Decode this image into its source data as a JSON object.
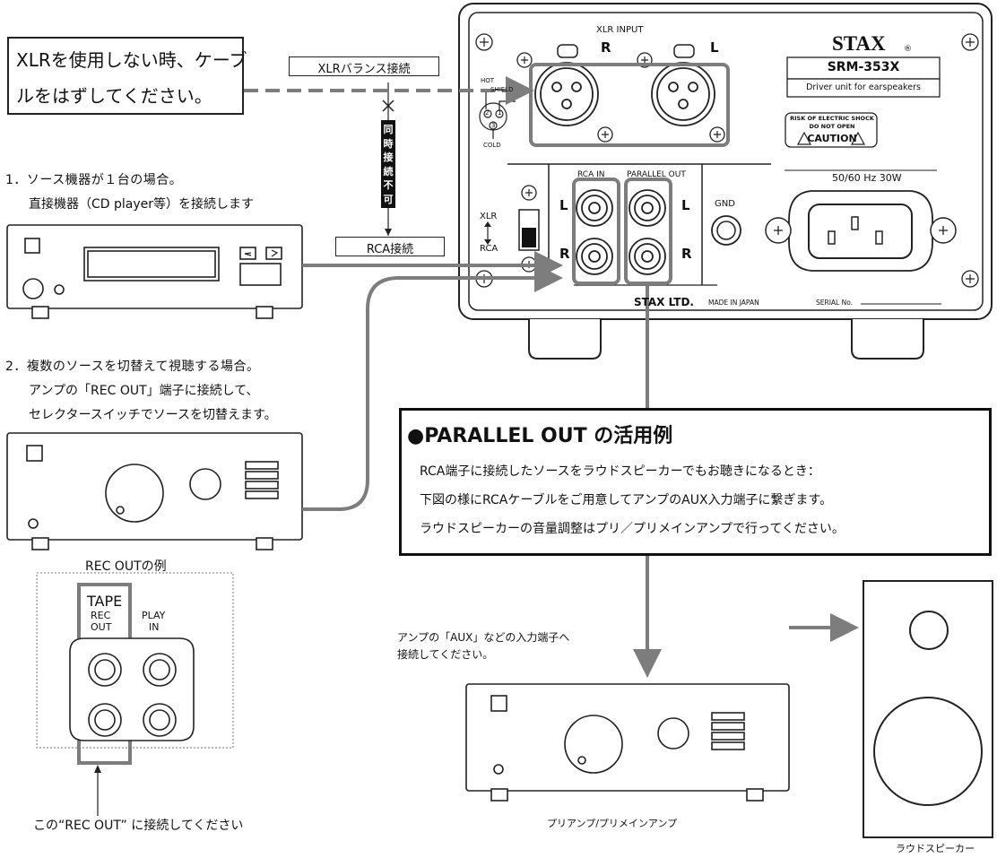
{
  "colors": {
    "line": "#7d7d7d",
    "stroke": "#222222",
    "panel": "#ffffff"
  },
  "note": {
    "line1": "XLRを使用しない時、ケーブ",
    "line2": "ルをはずしてください。"
  },
  "labels": {
    "xlr_balance": "XLRバランス接続",
    "rca_conn": "RCA接続",
    "simultaneous": "同時接続不可",
    "case1_line1": "1．ソース機器が１台の場合。",
    "case1_line2": "直接機器（CD player等）を接続します",
    "case2_line1": "2．複数のソースを切替えて視聴する場合。",
    "case2_line2": "アンプの「REC OUT」端子に接続して、",
    "case2_line3": "セレクタースイッチでソースを切替えます。",
    "rec_out_example": "REC OUTの例",
    "tape": "TAPE",
    "rec": "REC",
    "out": "OUT",
    "play": "PLAY",
    "in": "IN",
    "rec_out_note": "この“REC OUT” に接続してください",
    "amp_input_line1": "アンプの「AUX」などの入力端子へ",
    "amp_input_line2": "接続してください。",
    "preamp": "プリアンプ/プリメインアンプ",
    "speaker": "ラウドスピーカー"
  },
  "device": {
    "xlr_input": "XLR INPUT",
    "r": "R",
    "l": "L",
    "hot": "HOT",
    "shield": "SHIELD",
    "cold": "COLD",
    "pin1": "1",
    "pin2": "2",
    "pin3": "3",
    "brand": "STAX",
    "brand_mark": "®",
    "model": "SRM-353X",
    "desc": "Driver unit for earspeakers",
    "warn1": "RISK OF ELECTRIC SHOCK",
    "warn2": "DO NOT OPEN",
    "warn3": "CAUTION",
    "rca_in": "RCA IN",
    "parallel_out": "PARALLEL OUT",
    "xlr": "XLR",
    "rca": "RCA",
    "gnd": "GND",
    "power": "50/60 Hz  30W",
    "maker": "STAX LTD.",
    "made_in": "MADE IN JAPAN",
    "serial": "SERIAL No."
  },
  "parallel": {
    "title": "●PARALLEL OUT の活用例",
    "line1": "RCA端子に接続したソースをラウドスピーカーでもお聴きになるとき：",
    "line2": "下図の様にRCAケーブルをご用意してアンプのAUX入力端子に繋ぎます。",
    "line3": "ラウドスピーカーの音量調整はプリ／プリメインアンプで行ってください。"
  }
}
